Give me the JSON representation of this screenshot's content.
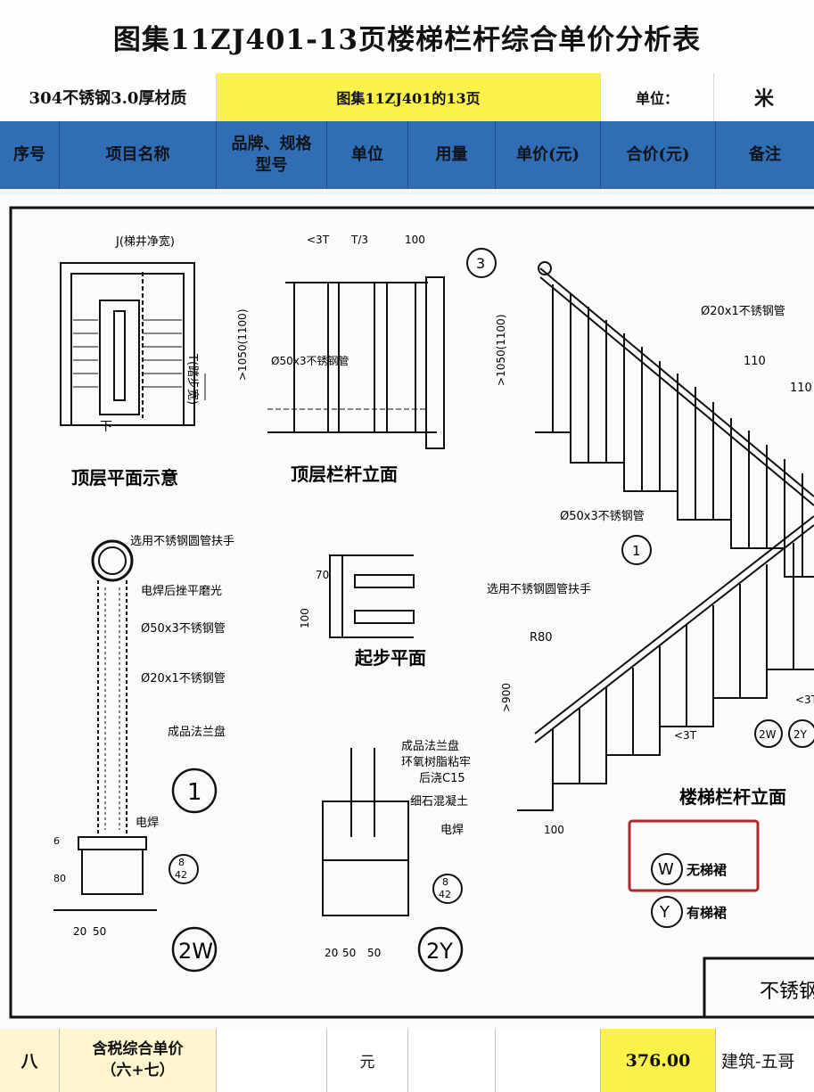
{
  "title": "图集11ZJ401-13页楼梯栏杆综合单价分析表",
  "info": {
    "material": "304不锈钢3.0厚材质",
    "reference": "图集11ZJ401的13页",
    "unit_label": "单位：",
    "unit_value": "米"
  },
  "columns": [
    "序号",
    "项目名称",
    "品牌、规格型号",
    "单位",
    "用量",
    "单价(元)",
    "合价(元)",
    "备注"
  ],
  "drawing": {
    "labels": {
      "top_plan": "顶层平面示意",
      "top_elev": "顶层栏杆立面",
      "start_plan": "起步平面",
      "stair_elev": "楼梯栏杆立面",
      "stair_width": "J(梯井净宽)",
      "tread": "T(踏步宽)",
      "down": "下",
      "handrail": "选用不锈钢圆管扶手",
      "weld_polish": "电焊后挫平磨光",
      "pipe50": "Ø50x3不锈钢管",
      "pipe20": "Ø20x1不锈钢管",
      "flange": "成品法兰盘",
      "weld": "电焊",
      "epoxy": "环氧树脂粘牢",
      "c15": "后浇C15",
      "fine_concrete": "细石混凝土",
      "no_skirt": "无梯裙",
      "with_skirt": "有梯裙",
      "stainless": "不锈钢",
      "r80": "R80",
      "d3t": "<3T",
      "dt3": "T/3",
      "d100": "100",
      "d110": "110",
      "d1050": ">1050(1100)",
      "d900": ">900",
      "d70": "70",
      "d20": "20",
      "d50": "50",
      "d6": "6",
      "d80": "80",
      "t": "T",
      "d42": "42",
      "d8": "8",
      "c1": "1",
      "c2": "2",
      "c3": "3",
      "w": "W",
      "y": "Y",
      "c2w": "2W",
      "c2y": "2Y",
      "c3lower": "3"
    }
  },
  "footer": {
    "no": "八",
    "name_line1": "含税综合单价",
    "name_line2": "（六+七）",
    "unit": "元",
    "total": "376.00",
    "remark": "建筑-五哥"
  }
}
